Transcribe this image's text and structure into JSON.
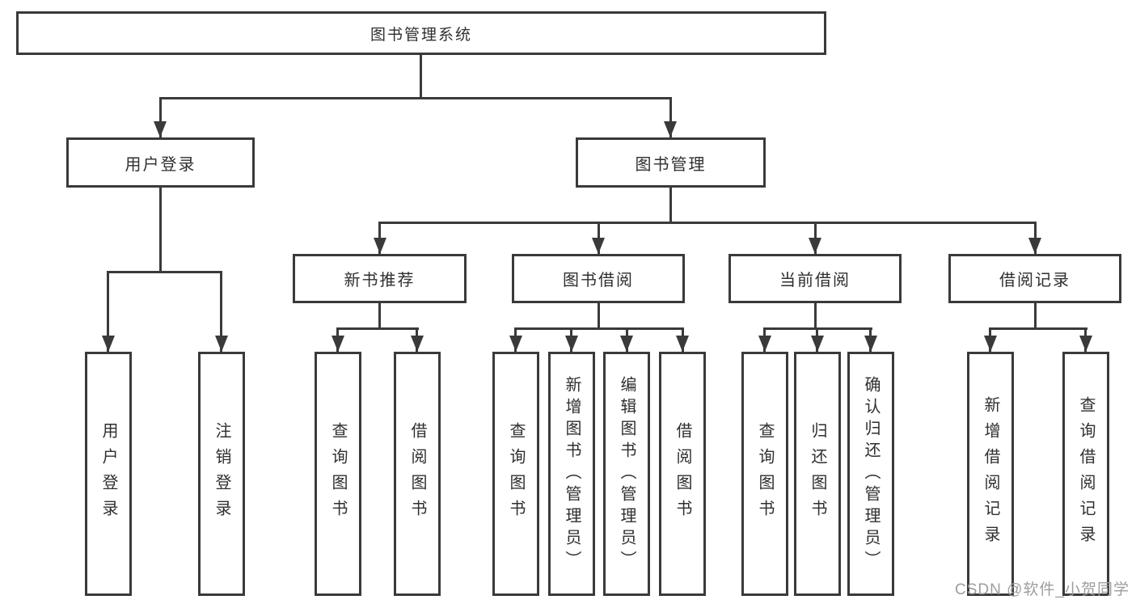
{
  "diagram": {
    "root": {
      "label": "图书管理系统"
    },
    "level2": [
      {
        "label": "用户登录"
      },
      {
        "label": "图书管理"
      }
    ],
    "level3": [
      {
        "label": "新书推荐"
      },
      {
        "label": "图书借阅"
      },
      {
        "label": "当前借阅"
      },
      {
        "label": "借阅记录"
      }
    ],
    "leaves": {
      "user_login": [
        "用户登录",
        "注销登录"
      ],
      "new_book": [
        "查询图书",
        "借阅图书"
      ],
      "borrow": [
        "查询图书",
        "新增图书（管理员）",
        "编辑图书（管理员）",
        "借阅图书"
      ],
      "current": [
        "查询图书",
        "归还图书",
        "确认归还（管理员）"
      ],
      "records": [
        "新增借阅记录",
        "查询借阅记录"
      ]
    }
  },
  "watermark": {
    "text": "CSDN @软件_小贺同学"
  },
  "colors": {
    "border": "#3a3a3a",
    "text": "#2f2f2f",
    "watermark": "#9d9d9d",
    "background": "#ffffff"
  }
}
